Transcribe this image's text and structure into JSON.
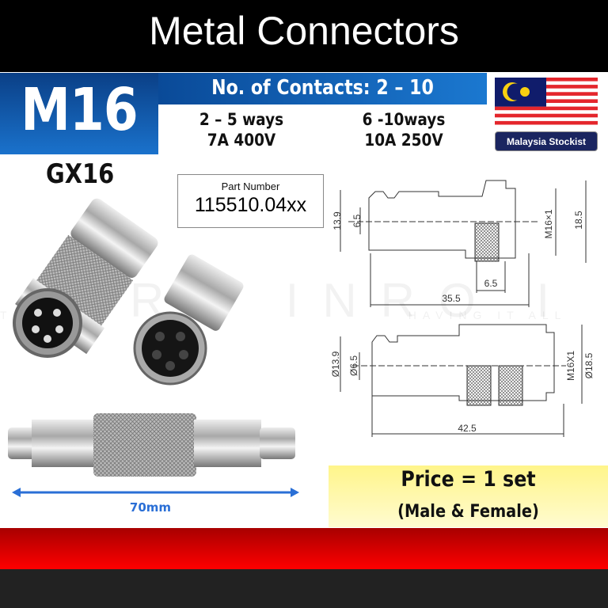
{
  "header": {
    "title": "Metal Connectors"
  },
  "model": "M16",
  "series": "GX16",
  "contacts": "No. of Contacts: 2 – 10",
  "specs": [
    {
      "ways": "2 – 5 ways",
      "rating": "7A 400V"
    },
    {
      "ways": "6 -10ways",
      "rating": "10A 250V"
    }
  ],
  "badge": {
    "label": "Malaysia Stockist",
    "icon": "malaysia-flag-icon"
  },
  "part_number": {
    "label": "Part Number",
    "value": "115510.04xx"
  },
  "drawing_top": {
    "d1": "13.9",
    "d2": "6.5",
    "thread": "M16×1",
    "d3": "18.5",
    "d4": "6.5",
    "length": "35.5"
  },
  "drawing_bottom": {
    "d1": "Ø13.9",
    "d2": "Ø6.5",
    "thread": "M16X1",
    "d3": "Ø18.5",
    "length": "42.5"
  },
  "assembled_length": "70mm",
  "price": {
    "line1": "Price = 1 set",
    "line2": "(Male & Female)"
  },
  "watermark": {
    "brand": "INRO",
    "tagline": "HAVING IT ALL"
  },
  "colors": {
    "blue": "#1a72cc",
    "red": "#ff0000",
    "dark": "#222222",
    "yellow": "#fff58a",
    "arrow": "#2a6fd6"
  }
}
